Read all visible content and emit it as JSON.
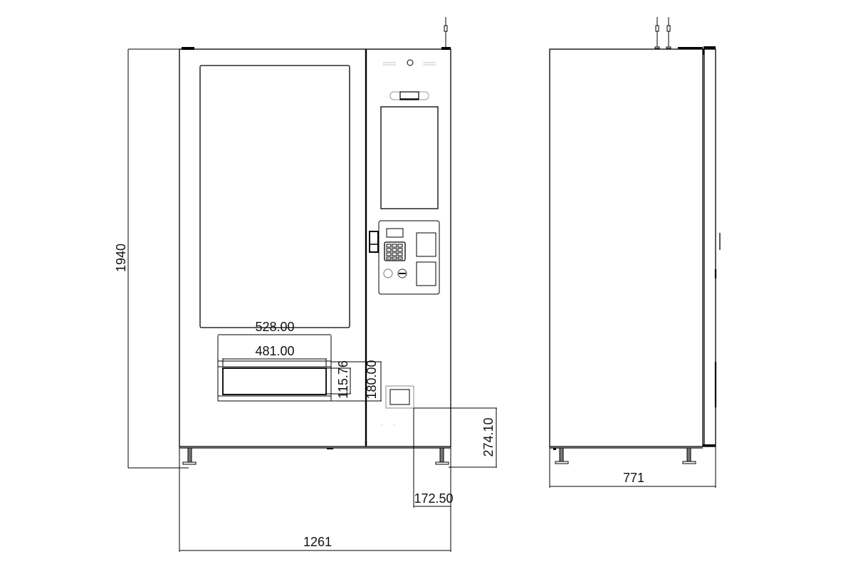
{
  "drawing": {
    "front_view": {
      "overall_height": "1940",
      "overall_width": "1261",
      "outlet_outer_width": "528.00",
      "outlet_inner_width": "481.00",
      "outlet_inner_height": "115.76",
      "outlet_outer_height": "180.00",
      "pickup_height_from_floor": "274.10",
      "pickup_offset_from_right": "172.50"
    },
    "side_view": {
      "overall_depth": "771"
    },
    "colors": {
      "line": "#000000",
      "background": "#ffffff",
      "text": "#111111"
    }
  }
}
